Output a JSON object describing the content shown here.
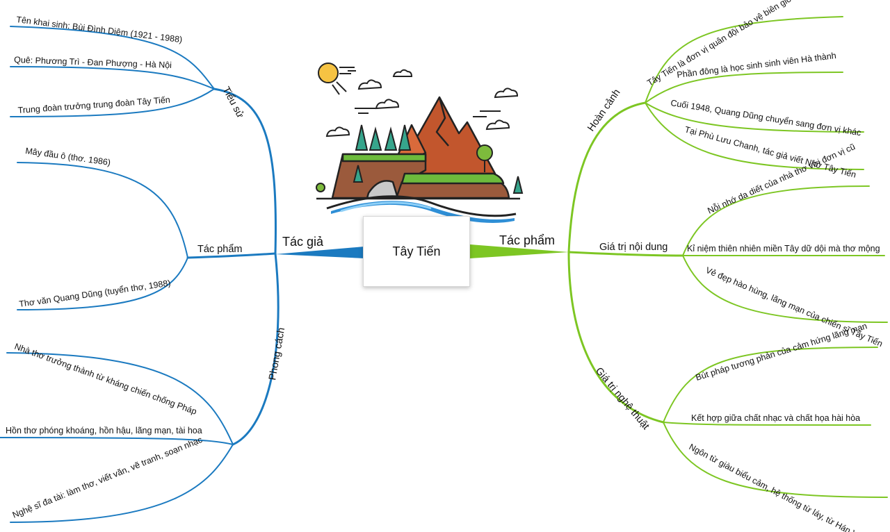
{
  "center": {
    "title": "Tây Tiến"
  },
  "colors": {
    "left": "#1b7ac0",
    "right": "#7dc623"
  },
  "left_branch": {
    "label": "Tác giả",
    "sections": {
      "tieu_su": {
        "label": "Tiểu sử",
        "items": [
          "Tên khai sinh: Bùi Đình Diệm (1921 - 1988)",
          "Quê: Phương Trì - Đan Phượng - Hà Nội",
          "Trung đoàn trưởng trung đoàn Tây Tiến"
        ]
      },
      "tac_pham": {
        "label": "Tác phẩm",
        "items": [
          "Mây đầu ô (thơ. 1986)",
          "Thơ văn Quang Dũng (tuyển thơ, 1988)"
        ]
      },
      "phong_cach": {
        "label": "Phong cách",
        "items": [
          "Nhà thơ trưởng thành từ kháng chiến chống Pháp",
          "Hồn thơ phóng khoáng, hồn hậu, lãng mạn, tài hoa",
          "Nghệ sĩ đa tài: làm thơ, viết văn, vẽ tranh, soạn nhạc"
        ]
      }
    }
  },
  "right_branch": {
    "label": "Tác phẩm",
    "sections": {
      "hoan_canh": {
        "label": "Hoàn cảnh",
        "items": [
          "Tây Tiến là đơn vị quân đội bảo vệ biên giới Việt - Lào",
          "Phần đông là học sinh sinh viên Hà thành",
          "Cuối 1948, Quang Dũng chuyển sang đơn vị khác",
          "Tại Phù Lưu Chanh, tác giả viết Nhớ Tây Tiến"
        ]
      },
      "noi_dung": {
        "label": "Giá trị nội dung",
        "items": [
          "Nỗi nhớ da diết của nhà thơ với đơn vị cũ",
          "Kỉ niệm thiên nhiên miền Tây dữ dội mà thơ mộng",
          "Vẻ đẹp hào hùng, lãng mạn của chiến sĩ Tây Tiến"
        ]
      },
      "nghe_thuat": {
        "label": "Giá trị nghệ thuật",
        "items": [
          "Bút pháp tương phản của cảm hứng lãng mạn",
          "Kết hợp giữa chất nhạc và chất họa hài hòa",
          "Ngôn từ giàu biểu cảm, hệ thống từ láy, từ Hán Việt"
        ]
      }
    }
  }
}
